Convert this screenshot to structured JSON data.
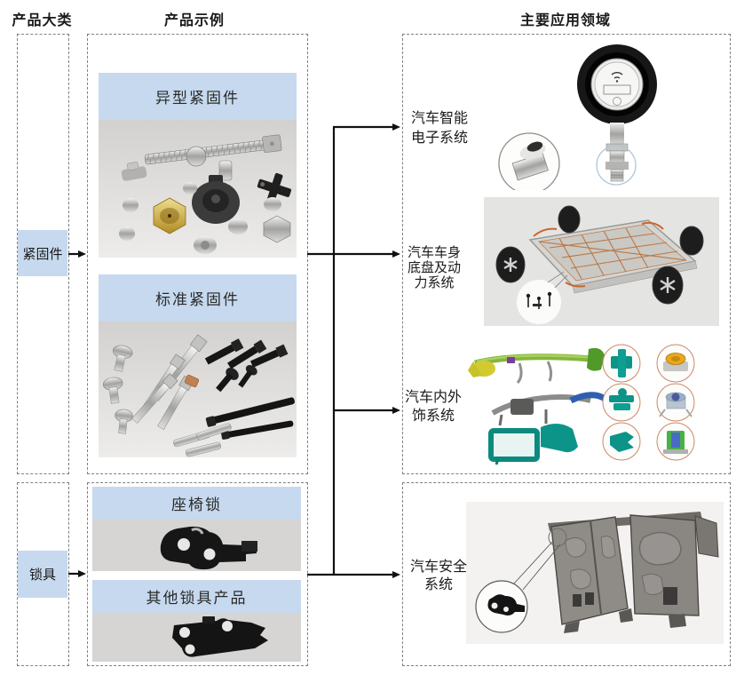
{
  "headers": [
    {
      "label": "产品大类"
    },
    {
      "label": "产品示例"
    },
    {
      "label": "主要应用领域"
    }
  ],
  "categories": [
    {
      "label": "紧固件"
    },
    {
      "label": "锁具"
    }
  ],
  "examples": [
    {
      "title": "异型紧固件"
    },
    {
      "title": "标准紧固件"
    },
    {
      "title": "座椅锁"
    },
    {
      "title": "其他锁具产品"
    }
  ],
  "applications": [
    {
      "lines": [
        "汽车智能",
        "电子系统"
      ]
    },
    {
      "lines": [
        "汽车车身",
        "底盘及动",
        "力系统"
      ]
    },
    {
      "lines": [
        "汽车内外",
        "饰系统"
      ]
    },
    {
      "lines": [
        "汽车安全",
        "系统"
      ]
    }
  ],
  "icons": {
    "tpms_face": "wifi-icon"
  },
  "colors": {
    "banner_blue": "#c6d9ee",
    "dashed_border": "#7f7f7f",
    "connector_black": "#111111"
  }
}
